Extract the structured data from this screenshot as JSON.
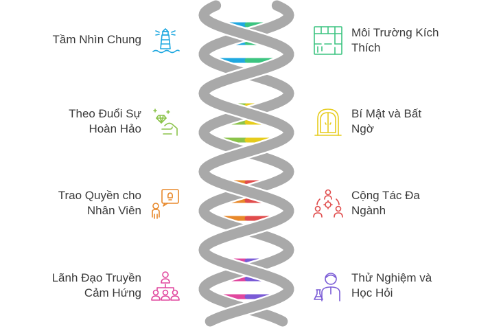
{
  "left_items": [
    {
      "lines": [
        "Tầm Nhìn Chung"
      ],
      "icon": "lighthouse-icon",
      "color": "#1fa8e0"
    },
    {
      "lines": [
        "Theo Đuổi Sự",
        "Hoàn Hảo"
      ],
      "icon": "hand-gem-icon",
      "color": "#8bc34a"
    },
    {
      "lines": [
        "Trao Quyền cho",
        "Nhân Viên"
      ],
      "icon": "person-idea-icon",
      "color": "#e8892b"
    },
    {
      "lines": [
        "Lãnh Đạo Truyền",
        "Cảm Hứng"
      ],
      "icon": "team-leader-icon",
      "color": "#e0479e"
    }
  ],
  "right_items": [
    {
      "lines": [
        "Môi Trường Kích",
        "Thích"
      ],
      "icon": "floorplan-icon",
      "color": "#3cc480"
    },
    {
      "lines": [
        "Bí Mật và Bất",
        "Ngờ"
      ],
      "icon": "mystery-door-icon",
      "color": "#e6cc1c"
    },
    {
      "lines": [
        "Cộng Tác Đa",
        "Ngành"
      ],
      "icon": "team-collaboration-icon",
      "color": "#e04c4c"
    },
    {
      "lines": [
        "Thử Nghiệm và",
        "Học Hỏi"
      ],
      "icon": "scientist-icon",
      "color": "#7a5bd6"
    }
  ],
  "helix": {
    "strand_color": "#a9a9a9",
    "left_colors": [
      "#1fa8e0",
      "#8bc34a",
      "#e8892b",
      "#e0479e"
    ],
    "right_colors": [
      "#3cc480",
      "#e6cc1c",
      "#e04c4c",
      "#7a5bd6"
    ]
  }
}
